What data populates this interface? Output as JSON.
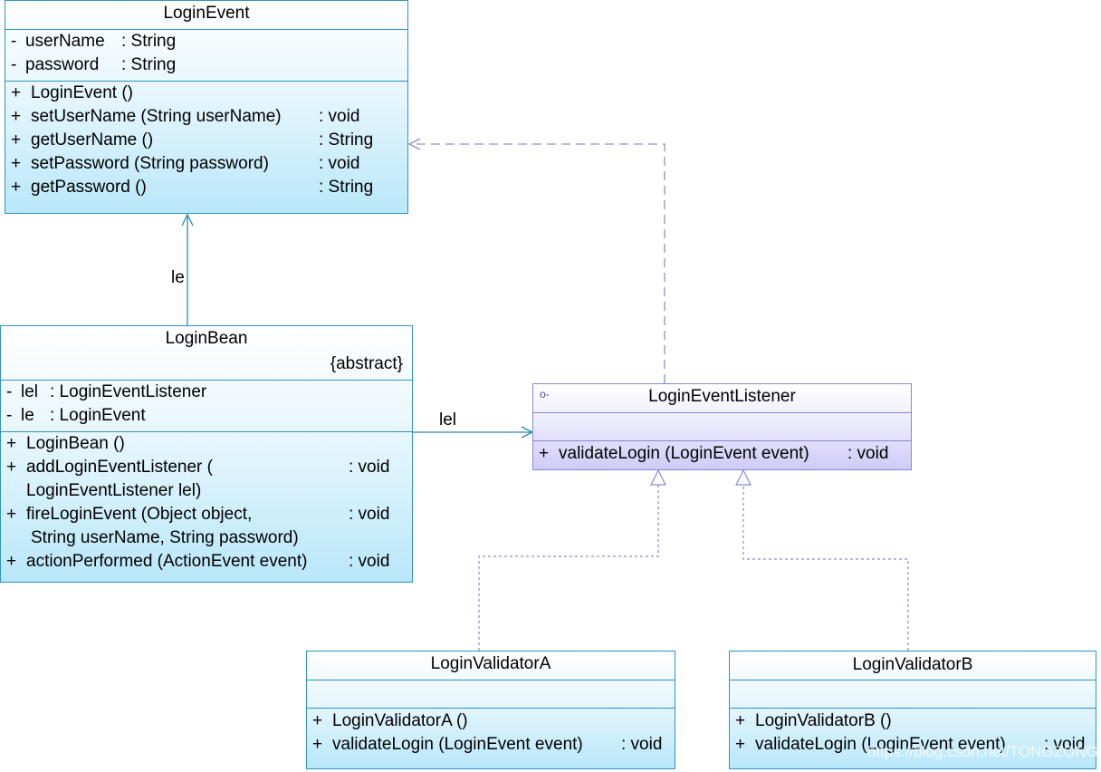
{
  "colors": {
    "class_border": "#2e93c4",
    "interface_border": "#8787d6",
    "association_line": "#2b86b0",
    "dependency_line": "#9090c8",
    "realization_line": "#8a8ad0"
  },
  "login_event": {
    "name": "LoginEvent",
    "attributes": [
      {
        "vis": "-",
        "name": "userName",
        "type": ": String"
      },
      {
        "vis": "-",
        "name": "password",
        "type": ": String"
      }
    ],
    "operations": [
      {
        "vis": "+",
        "sig": "LoginEvent ()",
        "ret": ""
      },
      {
        "vis": "+",
        "sig": "setUserName (String userName)",
        "ret": ": void"
      },
      {
        "vis": "+",
        "sig": "getUserName ()",
        "ret": ": String"
      },
      {
        "vis": "+",
        "sig": "setPassword (String password)",
        "ret": ": void"
      },
      {
        "vis": "+",
        "sig": "getPassword ()",
        "ret": ": String"
      }
    ]
  },
  "login_bean": {
    "name": "LoginBean",
    "stereotype": "{abstract}",
    "attributes": [
      {
        "vis": "-",
        "name": "lel",
        "type": ": LoginEventListener"
      },
      {
        "vis": "-",
        "name": "le",
        "type": ": LoginEvent"
      }
    ],
    "operations": [
      {
        "vis": "+",
        "sig": "LoginBean ()",
        "ret": ""
      },
      {
        "vis": "+",
        "sig": "addLoginEventListener (",
        "sig2": "LoginEventListener lel)",
        "ret": ": void"
      },
      {
        "vis": "+",
        "sig": "fireLoginEvent (Object object,",
        "sig2": "String userName, String password)",
        "ret": ": void"
      },
      {
        "vis": "+",
        "sig": "actionPerformed (ActionEvent event)",
        "ret": ": void"
      }
    ]
  },
  "listener": {
    "name": "LoginEventListener",
    "interface_glyph": "o-",
    "operations": [
      {
        "vis": "+",
        "sig": "validateLogin (LoginEvent event)",
        "ret": ": void"
      }
    ]
  },
  "validator_a": {
    "name": "LoginValidatorA",
    "operations": [
      {
        "vis": "+",
        "sig": "LoginValidatorA ()",
        "ret": ""
      },
      {
        "vis": "+",
        "sig": "validateLogin (LoginEvent event)",
        "ret": ": void"
      }
    ]
  },
  "validator_b": {
    "name": "LoginValidatorB",
    "operations": [
      {
        "vis": "+",
        "sig": "LoginValidatorB ()",
        "ret": ""
      },
      {
        "vis": "+",
        "sig": "validateLogin (LoginEvent event)",
        "ret": ": void"
      }
    ]
  },
  "relations": {
    "bean_to_event_label": "le",
    "bean_to_listener_label": "lel"
  },
  "watermark": "https://blog.csdn.net/TONGZONGE"
}
